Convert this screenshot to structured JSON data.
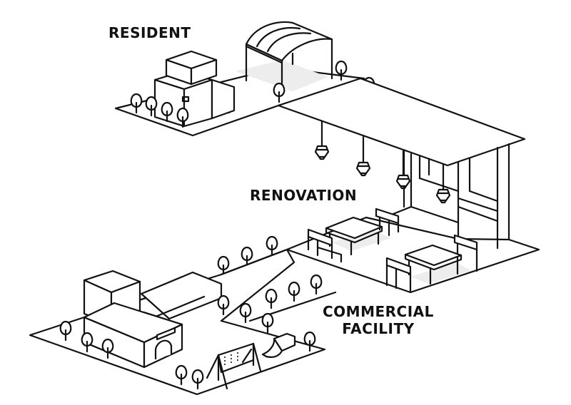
{
  "diagram": {
    "type": "isometric-illustration",
    "zones": [
      {
        "id": "resident",
        "label": "RESIDENT"
      },
      {
        "id": "renovation",
        "label": "RENOVATION"
      },
      {
        "id": "commercial",
        "label_line1": "COMMERCIAL",
        "label_line2": "FACILITY"
      }
    ],
    "colors": {
      "stroke": "#111111",
      "shade": "#ededed",
      "background": "#ffffff"
    }
  }
}
